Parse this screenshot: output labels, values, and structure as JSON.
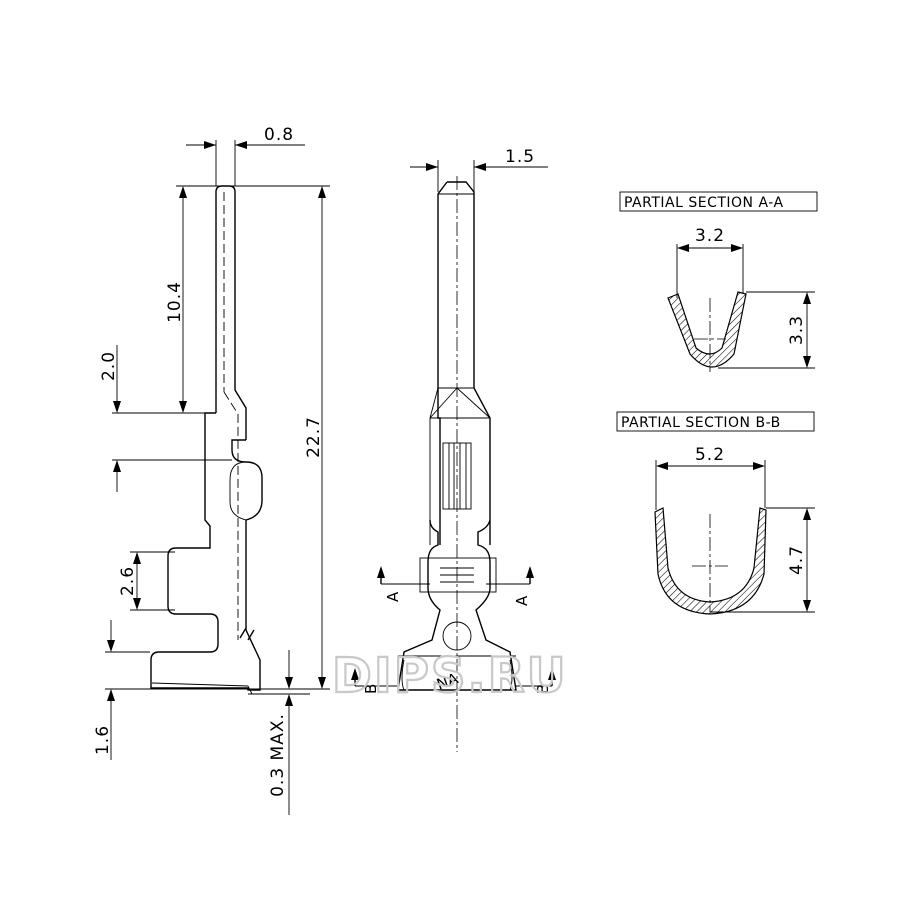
{
  "dimensions": {
    "pin_width": "0.8",
    "pin_length": "10.4",
    "step_height": "2.0",
    "total_length": "22.7",
    "slot_height": "2.6",
    "base_height": "1.6",
    "max_thickness": "0.3 MAX.",
    "tip_width": "1.5"
  },
  "section_aa": {
    "title": "PARTIAL SECTION A-A",
    "width": "3.2",
    "height": "3.3"
  },
  "section_bb": {
    "title": "PARTIAL SECTION B-B",
    "width": "5.2",
    "height": "4.7"
  },
  "markers": {
    "a": "A",
    "b": "B"
  },
  "part_marking": "NA",
  "watermark": "DIPS.RU"
}
